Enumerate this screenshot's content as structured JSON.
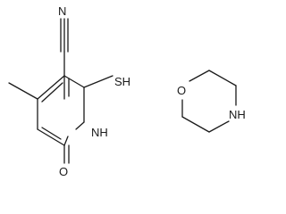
{
  "molecule_1": {
    "nitrile_n": "N",
    "thiol": "SH",
    "ring_nh": "NH",
    "carbonyl_o": "O"
  },
  "molecule_2": {
    "ring_o": "O",
    "ring_nh": "NH"
  },
  "colors": {
    "ink": "#1a1a1a",
    "background": "#ffffff"
  }
}
